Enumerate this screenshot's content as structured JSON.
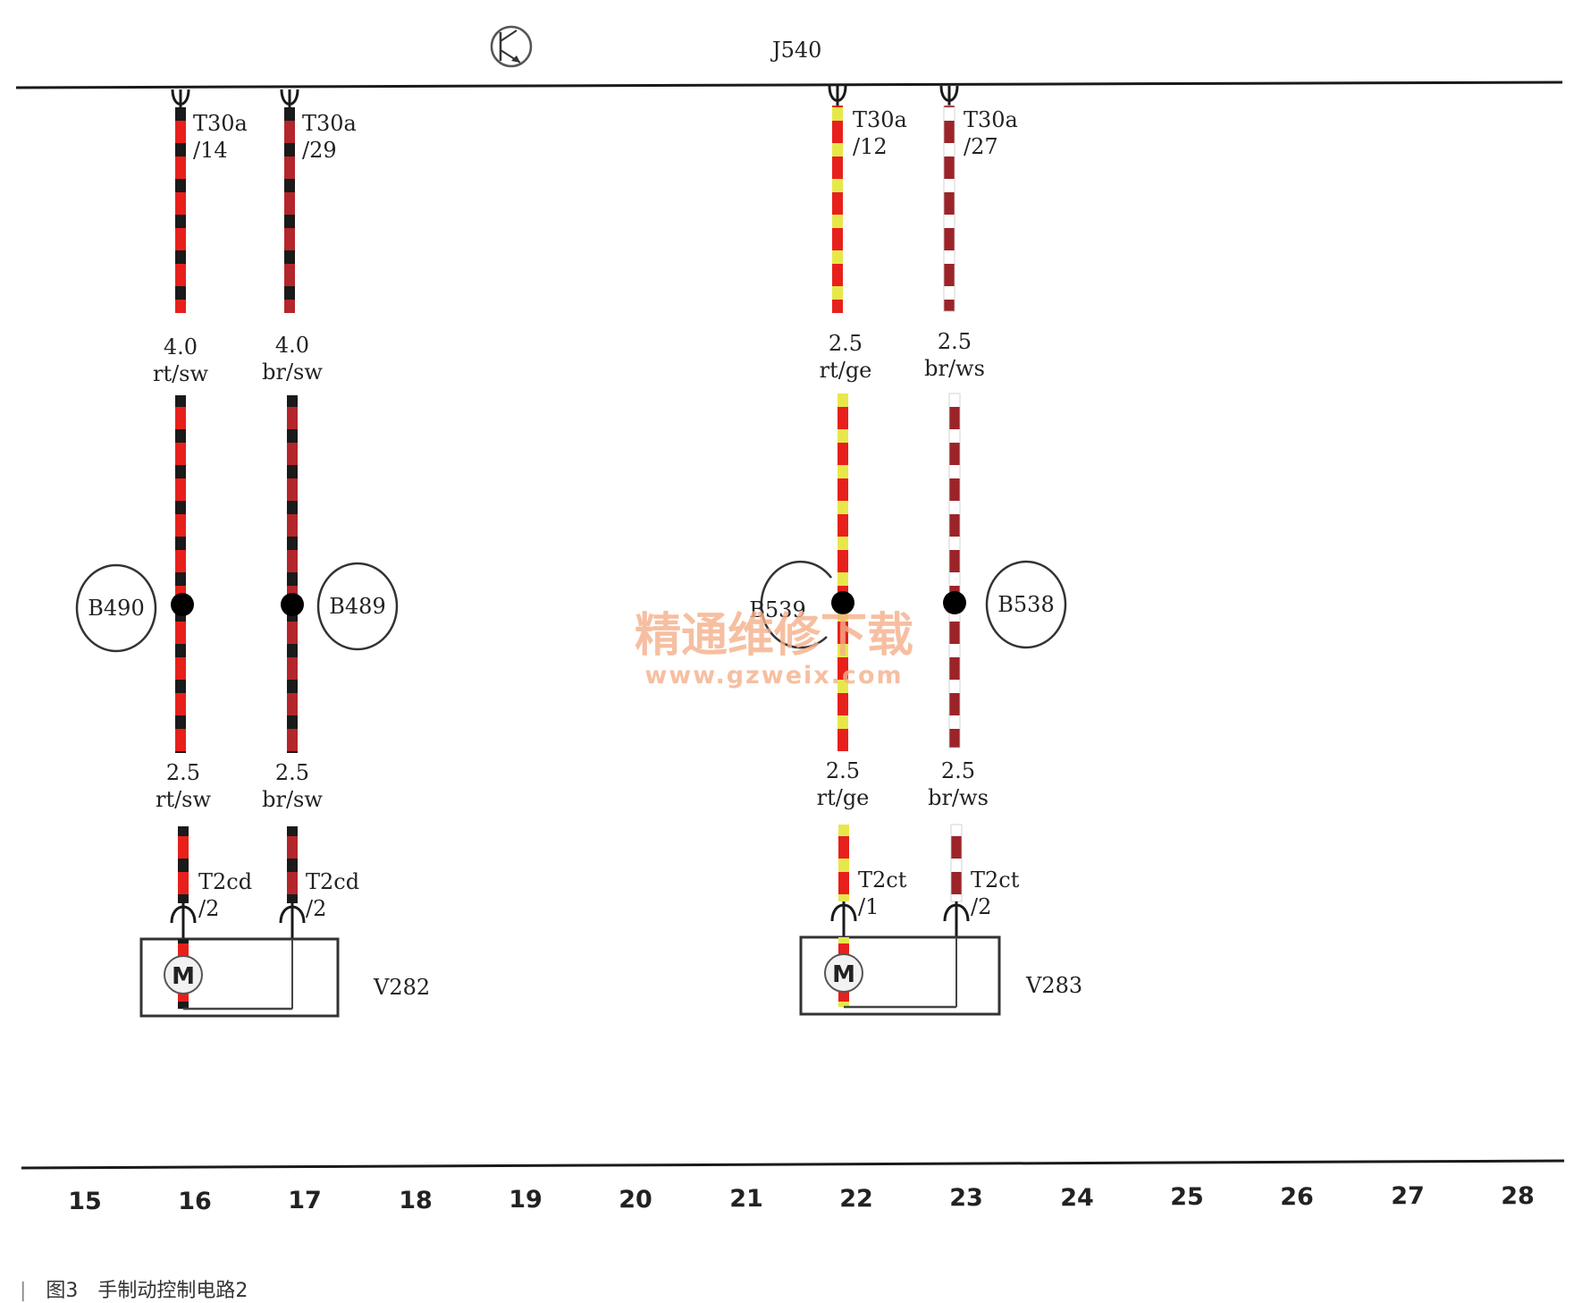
{
  "bus": {
    "label": "J540",
    "icon": "transistor-icon"
  },
  "wires": [
    {
      "id": "w16",
      "colors": [
        "#e8201c",
        "#1a1a1a"
      ],
      "connector": {
        "name": "T30a",
        "pin": "/14"
      },
      "upper": {
        "size": "4.0",
        "code": "rt/sw"
      },
      "lower": {
        "size": "2.5",
        "code": "rt/sw"
      },
      "splice": "B490",
      "end": {
        "name": "T2cd",
        "pin": "/2"
      }
    },
    {
      "id": "w17",
      "colors": [
        "#b3262b",
        "#1a1a1a"
      ],
      "connector": {
        "name": "T30a",
        "pin": "/29"
      },
      "upper": {
        "size": "4.0",
        "code": "br/sw"
      },
      "lower": {
        "size": "2.5",
        "code": "br/sw"
      },
      "splice": "B489",
      "end": {
        "name": "T2cd",
        "pin": "/2"
      }
    },
    {
      "id": "w22",
      "colors": [
        "#e8201c",
        "#e6e84a"
      ],
      "connector": {
        "name": "T30a",
        "pin": "/12"
      },
      "upper": {
        "size": "2.5",
        "code": "rt/ge"
      },
      "lower": {
        "size": "2.5",
        "code": "rt/ge"
      },
      "splice": "B539",
      "end": {
        "name": "T2ct",
        "pin": "/1"
      }
    },
    {
      "id": "w23",
      "colors": [
        "#9c2429",
        "#ffffff"
      ],
      "connector": {
        "name": "T30a",
        "pin": "/27"
      },
      "upper": {
        "size": "2.5",
        "code": "br/ws"
      },
      "lower": {
        "size": "2.5",
        "code": "br/ws"
      },
      "splice": "B538",
      "end": {
        "name": "T2ct",
        "pin": "/2"
      }
    }
  ],
  "motors": [
    {
      "label": "V282",
      "symbol": "M"
    },
    {
      "label": "V283",
      "symbol": "M"
    }
  ],
  "tracks": [
    "15",
    "16",
    "17",
    "18",
    "19",
    "20",
    "21",
    "22",
    "23",
    "24",
    "25",
    "26",
    "27",
    "28"
  ],
  "watermark": {
    "line1": "精通维修下载",
    "line2": "www.gzweix.com"
  },
  "caption": {
    "figure": "图3",
    "title": "手制动控制电路2"
  }
}
